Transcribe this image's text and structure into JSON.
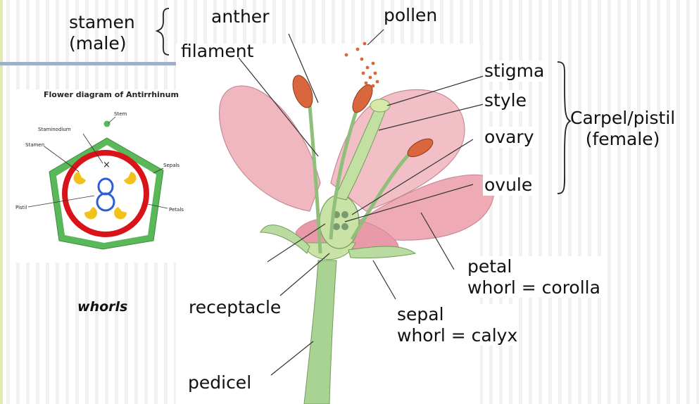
{
  "labels": {
    "stamen": "stamen\n(male)",
    "anther": "anther",
    "pollen": "pollen",
    "filament": "filament",
    "stigma": "stigma",
    "style": "style",
    "ovary": "ovary",
    "ovule": "ovule",
    "carpel": "Carpel/pistil\n(female)",
    "petal": "petal\nwhorl = corolla",
    "sepal": "sepal\nwhorl = calyx",
    "receptacle": "receptacle",
    "pedicel": "pedicel",
    "whorls": "whorls"
  },
  "floral_diagram": {
    "title": "Flower diagram of Antirrhinum",
    "stem": "Stem",
    "staminodium": "Staminodium",
    "stamen": "Stamen",
    "sepals": "Sepals",
    "pistil": "Pistil",
    "petals": "Petals"
  },
  "colors": {
    "petal_pink": "#efb3bd",
    "stem_green": "#9fcf8a",
    "anther_orange": "#d9663c",
    "pistil_blue": "#2c5fd6",
    "floral_red": "#d8141a",
    "floral_green": "#5ab85a",
    "floral_yellow": "#f1c21b",
    "rule_blue": "#9fb1c9"
  }
}
